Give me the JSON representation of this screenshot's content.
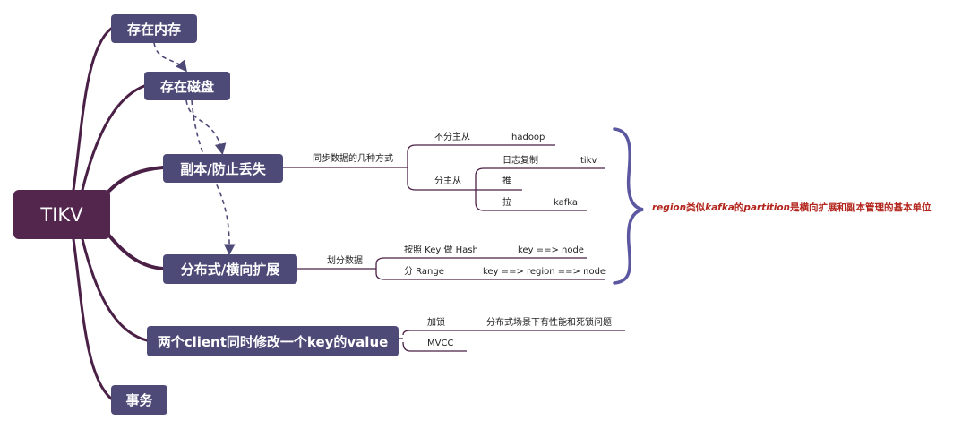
{
  "root": {
    "label": "TIKV"
  },
  "branches": {
    "memory": "存在内存",
    "disk": "存在磁盘",
    "replica": "副本/防止丢失",
    "distributed": "分布式/横向扩展",
    "concurrent": "两个client同时修改一个key的value",
    "transaction": "事务"
  },
  "replica_tree": {
    "sync_label": "同步数据的几种方式",
    "no_master": "不分主从",
    "no_master_example": "hadoop",
    "master_slave": "分主从",
    "log_copy": "日志复制",
    "log_copy_example": "tikv",
    "push": "推",
    "pull": "拉",
    "pull_example": "kafka"
  },
  "distributed_tree": {
    "partition_label": "划分数据",
    "hash": "按照 Key 做 Hash",
    "hash_map": "key ==> node",
    "range": "分 Range",
    "range_map": "key ==> region ==> node"
  },
  "concurrent_tree": {
    "lock": "加锁",
    "lock_note": "分布式场景下有性能和死锁问题",
    "mvcc": "MVCC"
  },
  "summary_note": {
    "part1": "region",
    "part2": "类似",
    "part3": "kafka",
    "part4": "的",
    "part5": "partition",
    "part6": "是横向扩展和副本管理的基本单位"
  },
  "colors": {
    "root_fill": "#53264e",
    "branch_fill": "#4e4a78",
    "branch_line": "#4a2046",
    "dashed_arrow": "#4e4a78",
    "brace": "#5b57a0",
    "note_text": "#b3261e"
  }
}
